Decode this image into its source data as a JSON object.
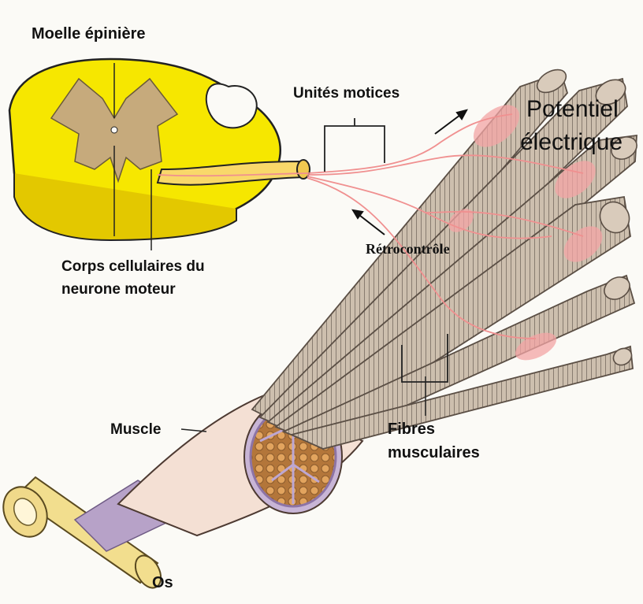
{
  "labels": {
    "moelle": "Moelle épinière",
    "unites": "Unités motices",
    "potentiel_1": "Potentiel",
    "potentiel_2": "électrique",
    "retro": "Rétrocontrôle",
    "corps_1": "Corps cellulaires du",
    "corps_2": "neurone moteur",
    "muscle": "Muscle",
    "fibres_1": "Fibres",
    "fibres_2": "musculaires",
    "os": "Os"
  },
  "colors": {
    "spinal_cord": "#f4e300",
    "gray_matter": "#c4a77a",
    "fiber": "#c8bcae",
    "fiber_stripe": "#7f776d",
    "nerve": "#f08a8a",
    "bone": "#f1dd8a",
    "muscle": "#f3ddd0",
    "fascicle": "#c9914c"
  }
}
